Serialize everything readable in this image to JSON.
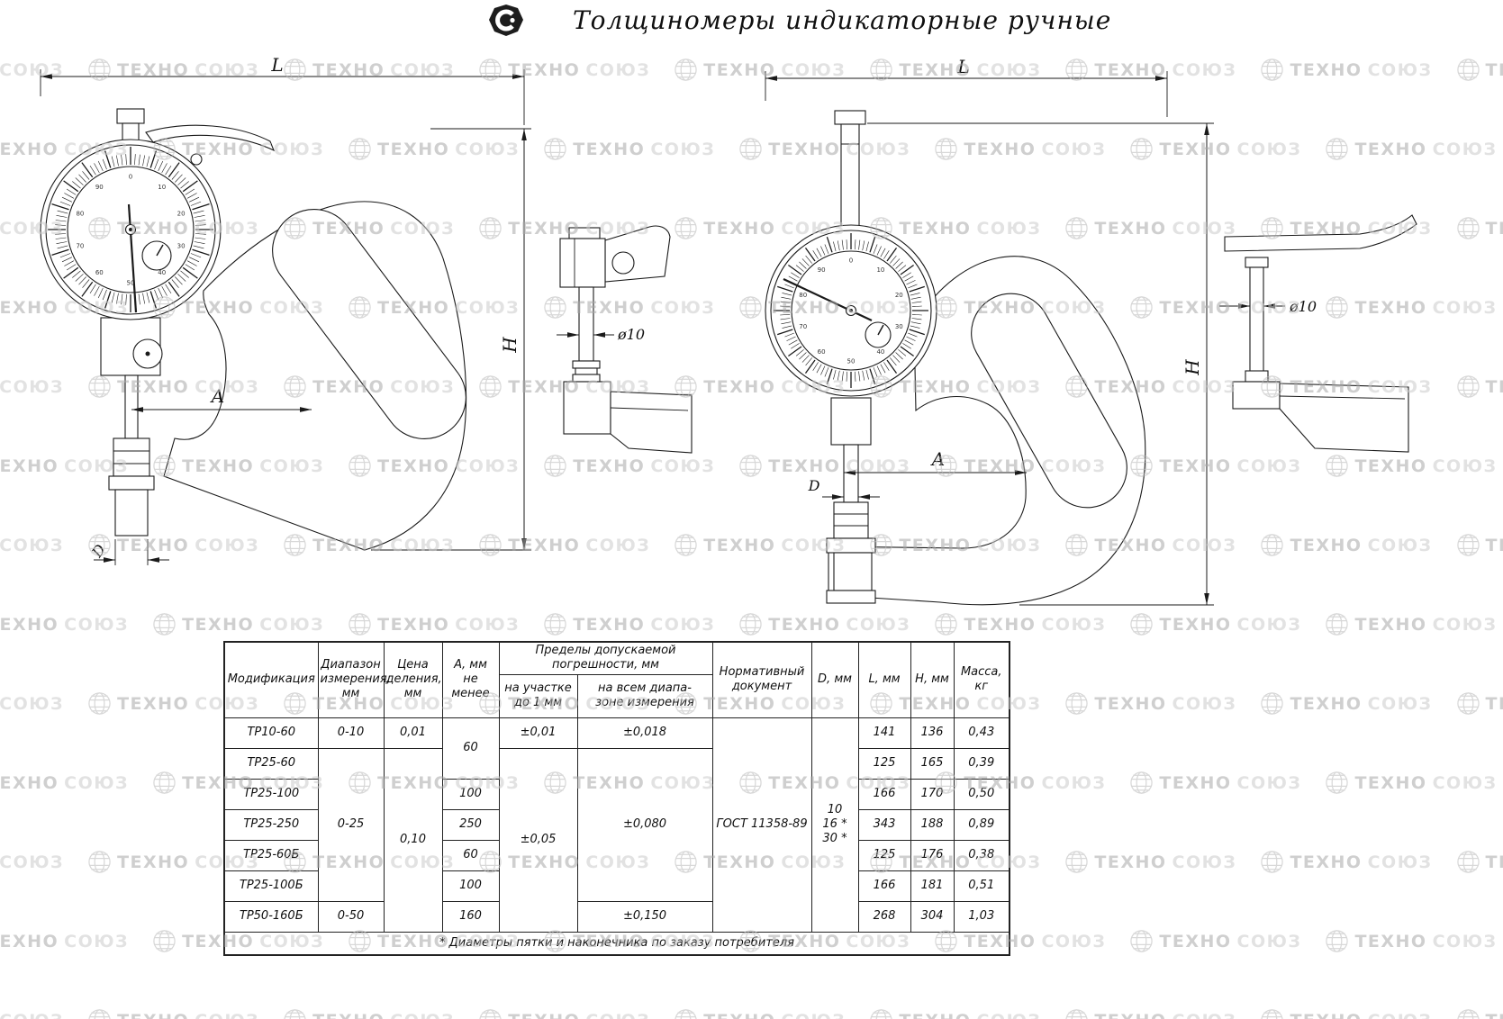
{
  "page": {
    "title": "Толщиномеры индикаторные ручные",
    "watermark_primary": "ТЕХНО",
    "watermark_secondary": "СОЮЗ",
    "line_color": "#1a1a1a",
    "background": "#ffffff"
  },
  "drawings": {
    "left": {
      "dim_length": "L",
      "dim_height": "H",
      "dim_a": "A",
      "dim_d": "D",
      "dim_diameter": "ø10"
    },
    "right": {
      "dim_length": "L",
      "dim_height": "H",
      "dim_a": "A",
      "dim_d": "D",
      "dim_diameter": "ø10"
    }
  },
  "table": {
    "headers": {
      "modification": "Модификация",
      "range": "Диапазон\nизмерения,\nмм",
      "division": "Цена\nделения,\nмм",
      "a_min": "А, мм\nне менее",
      "error_group": "Пределы допускаемой погрешности, мм",
      "error_section": "на участке\nдо 1 мм",
      "error_total": "на всем диапа-\nзоне измерения",
      "document": "Нормативный\nдокумент",
      "d": "D, мм",
      "l": "L, мм",
      "h": "H, мм",
      "mass": "Масса,\nкг"
    },
    "merged": {
      "a_60": "60",
      "range_0_25": "0-25",
      "division_010": "0,10",
      "err_section_005": "±0,05",
      "err_total_0080": "±0,080",
      "document": "ГОСТ 11358-89",
      "d_values": "10\n16 *\n30 *"
    },
    "rows": [
      {
        "mod": "ТР10-60",
        "range": "0-10",
        "division": "0,01",
        "err_section": "±0,01",
        "err_total": "±0,018",
        "l": "141",
        "h": "136",
        "mass": "0,43"
      },
      {
        "mod": "ТР25-60",
        "l": "125",
        "h": "165",
        "mass": "0,39"
      },
      {
        "mod": "ТР25-100",
        "a": "100",
        "l": "166",
        "h": "170",
        "mass": "0,50"
      },
      {
        "mod": "ТР25-250",
        "a": "250",
        "l": "343",
        "h": "188",
        "mass": "0,89"
      },
      {
        "mod": "ТР25-60Б",
        "a": "60",
        "l": "125",
        "h": "176",
        "mass": "0,38"
      },
      {
        "mod": "ТР25-100Б",
        "a": "100",
        "l": "166",
        "h": "181",
        "mass": "0,51"
      },
      {
        "mod": "ТР50-160Б",
        "range": "0-50",
        "a": "160",
        "err_total": "±0,150",
        "l": "268",
        "h": "304",
        "mass": "1,03"
      }
    ],
    "footnote": "* Диаметры пятки и наконечника по заказу потребителя"
  }
}
